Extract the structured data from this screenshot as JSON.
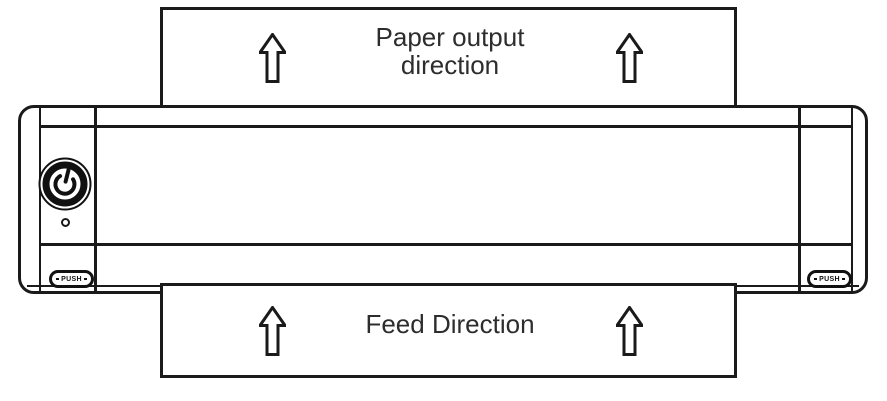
{
  "diagram": {
    "output_sheet": {
      "label": "Paper output direction"
    },
    "feed_sheet": {
      "label": "Feed Direction"
    },
    "printer": {
      "push_left_label": "PUSH",
      "push_right_label": "PUSH"
    },
    "icons": {
      "up_arrow": "⇧",
      "power": "⏻",
      "led": "○"
    },
    "colors": {
      "line": "#1a1a1a",
      "text": "#2d2d2d",
      "background": "#ffffff"
    }
  }
}
